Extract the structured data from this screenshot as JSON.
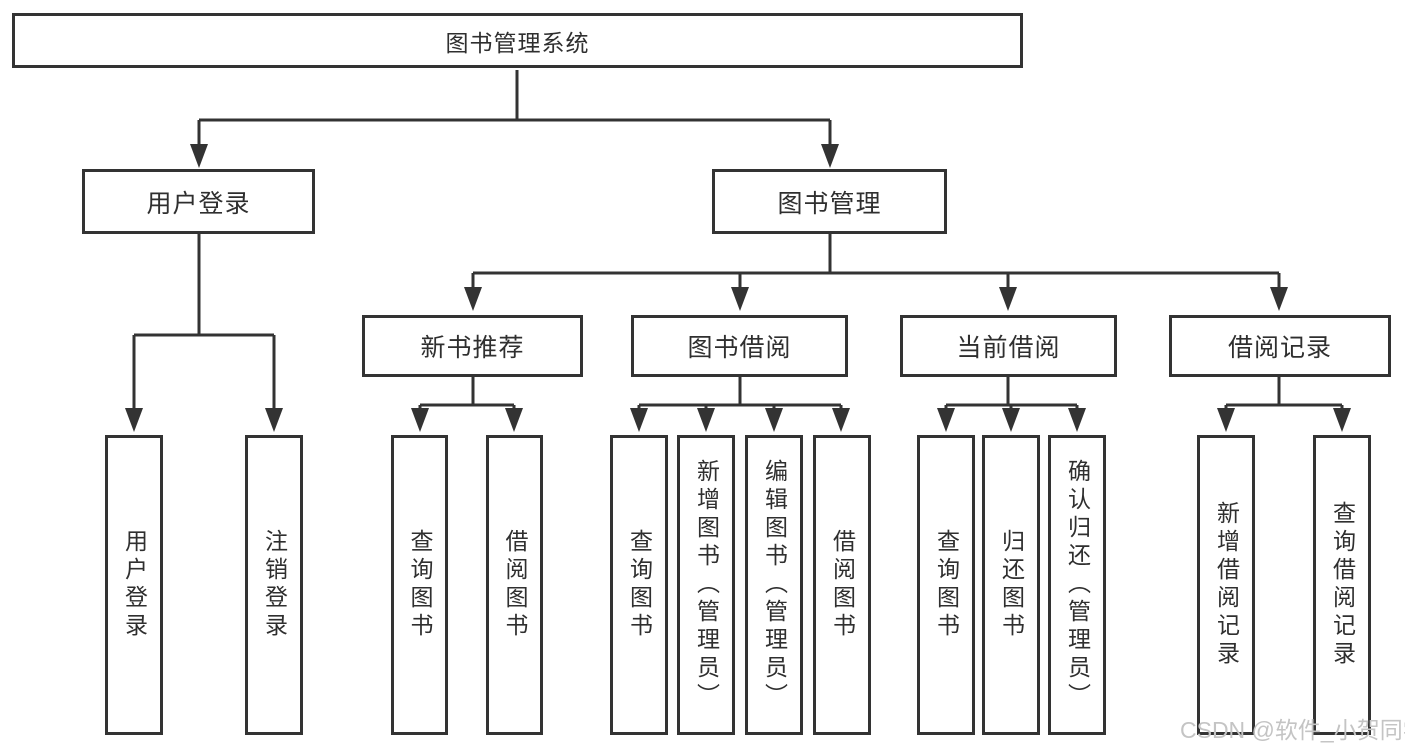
{
  "diagram": {
    "root": {
      "label": "图书管理系统"
    },
    "branches": [
      {
        "label": "用户登录",
        "children": [
          {
            "label": "用户登录"
          },
          {
            "label": "注销登录"
          }
        ]
      },
      {
        "label": "图书管理",
        "groups": [
          {
            "label": "新书推荐",
            "children": [
              {
                "label": "查询图书"
              },
              {
                "label": "借阅图书"
              }
            ]
          },
          {
            "label": "图书借阅",
            "children": [
              {
                "label": "查询图书"
              },
              {
                "label": "新增图书（管理员）"
              },
              {
                "label": "编辑图书（管理员）"
              },
              {
                "label": "借阅图书"
              }
            ]
          },
          {
            "label": "当前借阅",
            "children": [
              {
                "label": "查询图书"
              },
              {
                "label": "归还图书"
              },
              {
                "label": "确认归还（管理员）"
              }
            ]
          },
          {
            "label": "借阅记录",
            "children": [
              {
                "label": "新增借阅记录"
              },
              {
                "label": "查询借阅记录"
              }
            ]
          }
        ]
      }
    ]
  },
  "watermark": {
    "text": "CSDN @软件_小贺同学"
  },
  "colors": {
    "line": "#333333",
    "border": "#333333",
    "text": "#2f2f2f",
    "background": "#ffffff",
    "watermark": "#c4c4c4"
  }
}
